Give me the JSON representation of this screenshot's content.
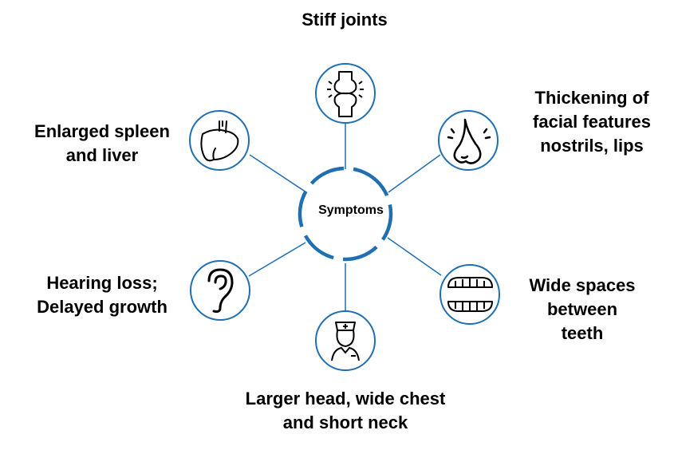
{
  "center": {
    "label": "Symptoms"
  },
  "colors": {
    "accent": "#1f6fb2",
    "line": "#1f6fb2",
    "icon": "#000000"
  },
  "nodes": [
    {
      "id": "joints",
      "icon": "joint-icon",
      "lines": [
        "Stiff joints"
      ]
    },
    {
      "id": "face",
      "icon": "nose-icon",
      "lines": [
        "Thickening of",
        "facial features",
        "nostrils, lips"
      ]
    },
    {
      "id": "teeth",
      "icon": "teeth-icon",
      "lines": [
        "Wide spaces",
        "between",
        "teeth"
      ]
    },
    {
      "id": "head",
      "icon": "nurse-icon",
      "lines": [
        "Larger head, wide chest",
        "and short neck"
      ]
    },
    {
      "id": "hearing",
      "icon": "ear-icon",
      "lines": [
        "Hearing loss;",
        "Delayed growth"
      ]
    },
    {
      "id": "spleen",
      "icon": "liver-icon",
      "lines": [
        "Enlarged spleen",
        "and liver"
      ]
    }
  ]
}
